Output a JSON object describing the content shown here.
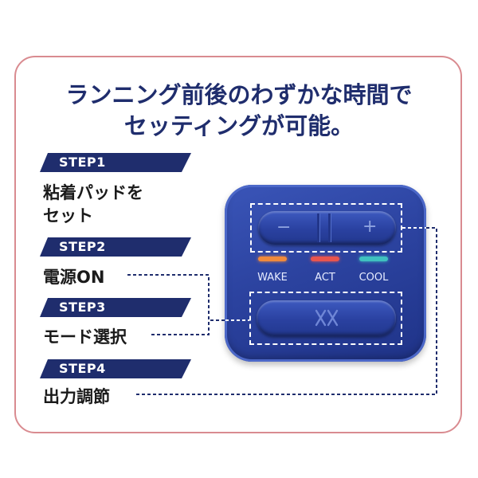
{
  "headline": {
    "line1": "ランニング前後のわずかな時間で",
    "line2": "セッティングが可能。"
  },
  "steps": [
    {
      "tag": "STEP1",
      "text_line1": "粘着パッドを",
      "text_line2": "セット"
    },
    {
      "tag": "STEP2",
      "text_line1": "電源ON"
    },
    {
      "tag": "STEP3",
      "text_line1": "モード選択"
    },
    {
      "tag": "STEP4",
      "text_line1": "出力調節"
    }
  ],
  "device": {
    "minus_label": "−",
    "plus_label": "+",
    "modes": [
      {
        "label": "WAKE",
        "color": "#f08a3c"
      },
      {
        "label": "ACT",
        "color": "#e8554e"
      },
      {
        "label": "COOL",
        "color": "#3fc1c0"
      }
    ],
    "logo_icon": "xx-logo-icon"
  },
  "colors": {
    "accent_navy": "#1f2d6d",
    "border_pink": "#d98b90",
    "device_blue": "#2c43a0"
  }
}
